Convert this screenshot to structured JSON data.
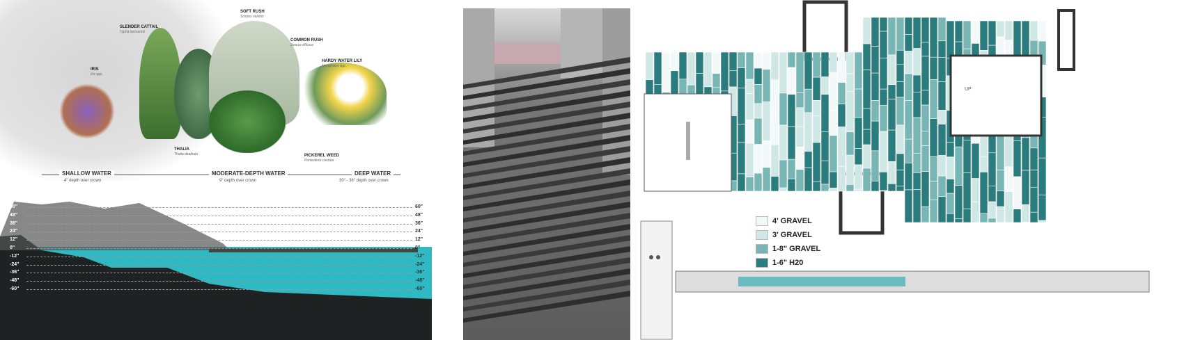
{
  "plants": [
    {
      "name": "IRIS",
      "latin": "Iris spp."
    },
    {
      "name": "SLENDER CATTAIL",
      "latin": "Typha laxmannii"
    },
    {
      "name": "SOFT RUSH",
      "latin": "Scirpus validus"
    },
    {
      "name": "COMMON RUSH",
      "latin": "Juncus effusus"
    },
    {
      "name": "HARDY WATER LILY",
      "latin": "Nymphaea spp."
    },
    {
      "name": "THALIA",
      "latin": "Thalia dealbata"
    },
    {
      "name": "PICKEREL WEED",
      "latin": "Pontederia cordata"
    }
  ],
  "zones": [
    {
      "name": "SHALLOW WATER",
      "depth": "4\" depth over crown"
    },
    {
      "name": "MODERATE-DEPTH WATER",
      "depth": "9\" depth over crown"
    },
    {
      "name": "DEEP WATER",
      "depth": "30\" - 36\" depth over crown"
    }
  ],
  "depth_marks": [
    "60\"",
    "48\"",
    "36\"",
    "24\"",
    "12\"",
    "0\"",
    "-12\"",
    "-24\"",
    "-36\"",
    "-48\"",
    "-60\""
  ],
  "legend": [
    {
      "label": "4' GRAVEL",
      "color": "#f3f9f9"
    },
    {
      "label": "3' GRAVEL",
      "color": "#cfe7e5"
    },
    {
      "label": "1-8\" GRAVEL",
      "color": "#78b6b6"
    },
    {
      "label": "1-6\" H20",
      "color": "#2b7c7e"
    }
  ],
  "water_color": "#2fb9c2",
  "plan_label": "UP"
}
